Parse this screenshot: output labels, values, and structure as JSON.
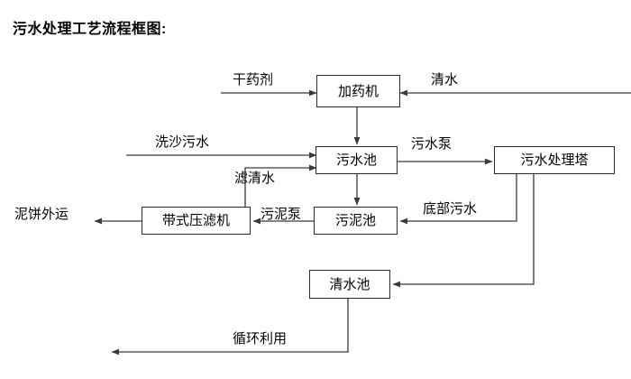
{
  "title": "污水处理工艺流程框图:",
  "diagram": {
    "type": "flowchart",
    "nodes": [
      {
        "id": "dosing-machine",
        "label": "加药机"
      },
      {
        "id": "sewage-pool",
        "label": "污水池"
      },
      {
        "id": "treatment-tower",
        "label": "污水处理塔"
      },
      {
        "id": "belt-filter-press",
        "label": "带式压滤机"
      },
      {
        "id": "sludge-pool",
        "label": "污泥池"
      },
      {
        "id": "clean-water-pool",
        "label": "清水池"
      }
    ],
    "edge_labels": [
      {
        "id": "dry-chemical",
        "label": "干药剂"
      },
      {
        "id": "clean-water-in",
        "label": "清水"
      },
      {
        "id": "sand-washing-sewage",
        "label": "洗沙污水"
      },
      {
        "id": "filtered-clear-water",
        "label": "滤清水"
      },
      {
        "id": "sewage-pump",
        "label": "污水泵"
      },
      {
        "id": "mud-cake-transport",
        "label": "泥饼外运"
      },
      {
        "id": "sludge-pump",
        "label": "污泥泵"
      },
      {
        "id": "bottom-sewage",
        "label": "底部污水"
      },
      {
        "id": "recycling-reuse",
        "label": "循环利用"
      }
    ],
    "colors": {
      "line": "#3a3a3a",
      "box_border": "#2b2b2b",
      "text": "#000000",
      "background": "#ffffff"
    }
  }
}
